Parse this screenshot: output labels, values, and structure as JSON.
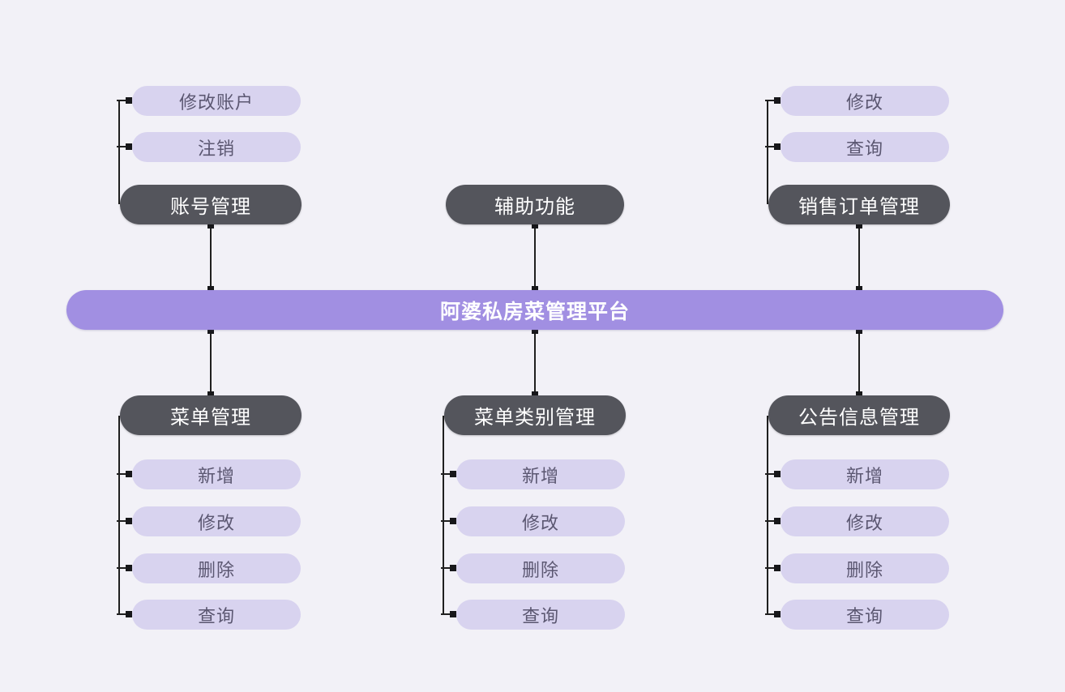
{
  "root": {
    "label": "阿婆私房菜管理平台"
  },
  "groups": [
    {
      "id": "account-management",
      "label": "账号管理",
      "children": [
        "修改账户",
        "注销"
      ]
    },
    {
      "id": "auxiliary-functions",
      "label": "辅助功能",
      "children": []
    },
    {
      "id": "sales-order-management",
      "label": "销售订单管理",
      "children": [
        "修改",
        "查询"
      ]
    },
    {
      "id": "menu-management",
      "label": "菜单管理",
      "children": [
        "新增",
        "修改",
        "删除",
        "查询"
      ]
    },
    {
      "id": "menu-category-management",
      "label": "菜单类别管理",
      "children": [
        "新增",
        "修改",
        "删除",
        "查询"
      ]
    },
    {
      "id": "announcement-management",
      "label": "公告信息管理",
      "children": [
        "新增",
        "修改",
        "删除",
        "查询"
      ]
    }
  ],
  "colors": {
    "background": "#f2f1f7",
    "root_fill": "#a18fe2",
    "root_text": "#ffffff",
    "branch_fill": "#54555c",
    "branch_text": "#ffffff",
    "leaf_fill": "#d8d3ef",
    "leaf_text": "#5b5771",
    "connector": "#1f1f1f"
  }
}
